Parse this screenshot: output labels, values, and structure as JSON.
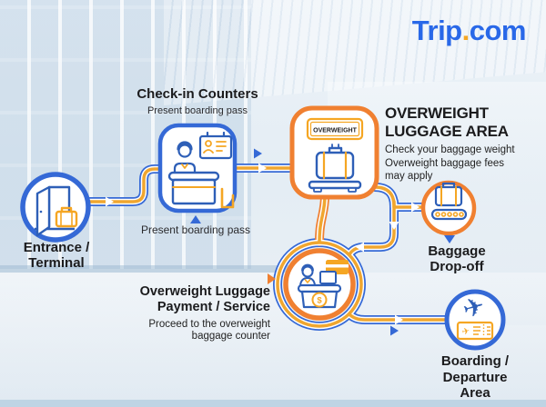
{
  "logo": {
    "part1": "Trip",
    "dot": ".",
    "part2": "com"
  },
  "colors": {
    "blue": "#3569d6",
    "logo_blue": "#2968e8",
    "gold": "#f0a62f",
    "orange": "#f08031",
    "text": "#1b1b1d"
  },
  "nodes": {
    "entrance": {
      "label_line1": "Entrance /",
      "label_line2": "Terminal"
    },
    "checkin": {
      "title": "Check-in Counters",
      "subtitle": "Present boarding pass",
      "note": "Present boarding pass"
    },
    "overweight": {
      "sign": "OVERWEIGHT",
      "title_line1": "OVERWEIGHT",
      "title_line2": "LUGGAGE AREA",
      "desc_line1": "Check your baggage weight",
      "desc_line2": "Overweight baggage fees",
      "desc_line3": "may apply"
    },
    "baggage_dropoff": {
      "label": "Baggage Drop-off"
    },
    "payment": {
      "label_line1": "Overweight Luggage",
      "label_line2": "Payment / Service",
      "desc_line1": "Proceed to the overweight",
      "desc_line2": "baggage counter",
      "currency_symbol": "$"
    },
    "boarding": {
      "label_line1": "Boarding /",
      "label_line2": "Departure Area"
    }
  }
}
